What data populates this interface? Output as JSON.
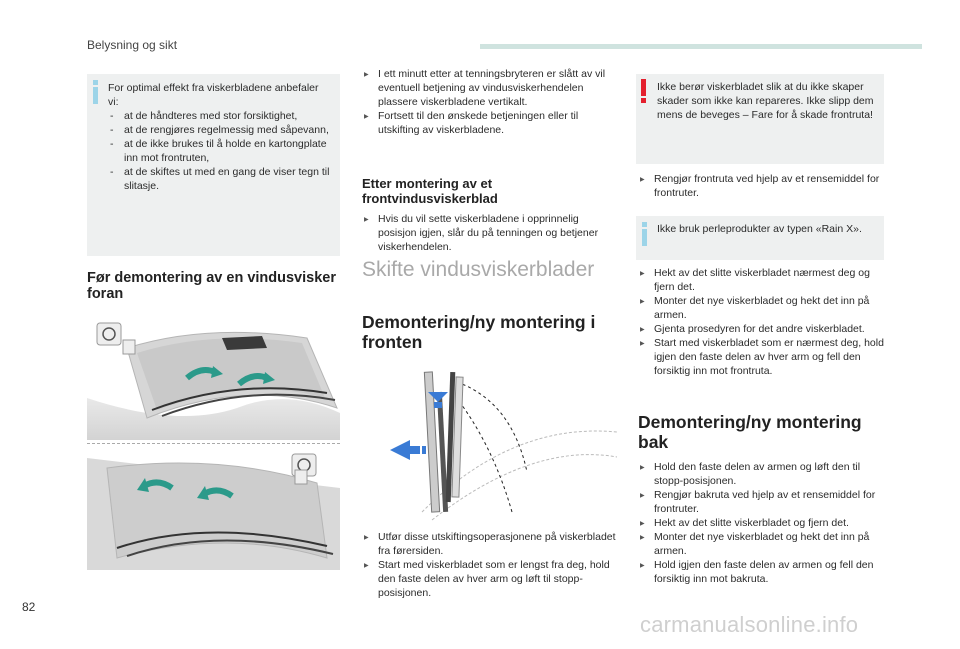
{
  "header": {
    "title": "Belysning og sikt",
    "page_number": "82"
  },
  "watermark": "carmanualsonline.info",
  "col1": {
    "info_intro": "For optimal effekt fra viskerbladene anbefaler vi:",
    "info_items": [
      "at de håndteres med stor forsiktighet,",
      "at de rengjøres regelmessig med såpevann,",
      "at de ikke brukes til å holde en kartongplate inn mot frontruten,",
      "at de skiftes ut med en gang de viser tegn til slitasje."
    ],
    "heading": "Før demontering av en vindusvisker foran"
  },
  "col2": {
    "steps_top": [
      "I ett minutt etter at tenningsbryteren er slått av vil eventuell betjening av vindusviskerhendelen plassere viskerbladene vertikalt.",
      "Fortsett til den ønskede betjeningen eller til utskifting av viskerbladene."
    ],
    "heading_after": "Etter montering av et frontvindusviskerblad",
    "steps_after": [
      "Hvis du vil sette viskerbladene i opprinnelig posisjon igjen, slår du på tenningen og betjener viskerhendelen."
    ],
    "section_title": "Skifte vindusviskerblader",
    "heading_front": "Demontering/ny montering i fronten",
    "steps_front": [
      "Utfør disse utskiftingsoperasjonene på viskerbladet fra førersiden.",
      "Start med viskerbladet som er lengst fra deg, hold den faste delen av hver arm og løft til stopp-posisjonen."
    ]
  },
  "col3": {
    "warning": "Ikke berør viskerbladet slik at du ikke skaper skader som ikke kan repareres. Ikke slipp dem mens de beveges – Fare for å skade frontruta!",
    "steps_a": [
      "Rengjør frontruta ved hjelp av et rensemiddel for frontruter."
    ],
    "info2": "Ikke bruk perleprodukter av typen «Rain X».",
    "steps_b": [
      "Hekt av det slitte viskerbladet nærmest deg og fjern det.",
      "Monter det nye viskerbladet og hekt det inn på armen.",
      "Gjenta prosedyren for det andre viskerbladet.",
      "Start med viskerbladet som er nærmest deg, hold igjen den faste delen av hver arm og fell den forsiktig inn mot frontruta."
    ],
    "heading_rear": "Demontering/ny montering bak",
    "steps_rear": [
      "Hold den faste delen av armen og løft den til stopp-posisjonen.",
      "Rengjør bakruta ved hjelp av et rensemiddel for frontruter.",
      "Hekt av det slitte viskerbladet og fjern det.",
      "Monter det nye viskerbladet og hekt det inn på armen.",
      "Hold igjen den faste delen av armen og fell den forsiktig inn mot bakruta."
    ]
  },
  "colors": {
    "info_accent": "#9cd4e8",
    "warning_accent": "#e4202e",
    "header_bar": "#cfe3df",
    "box_bg": "#eef0f0",
    "arrow_green": "#2b9a8a",
    "arrow_blue": "#3a7bd5"
  }
}
